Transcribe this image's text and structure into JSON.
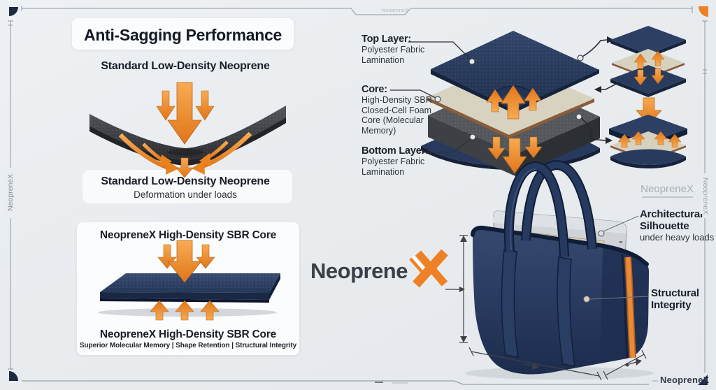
{
  "brand": {
    "logo_text": "Neoprene",
    "logo_x": "X",
    "wordmark": "NeopreneX"
  },
  "frame": {
    "top_tab": "NeopreneX",
    "left_edge": "NeopreneX",
    "right_edge": "NeopreneX",
    "bottom_brand": "NeopreneX"
  },
  "anti_sagging": {
    "title": "Anti-Sagging Performance",
    "standard": {
      "heading": "Standard Low-Density Neoprene",
      "caption": "Standard Low-Density Neoprene",
      "subcaption": "Deformation under loads"
    },
    "neoprenex": {
      "heading": "NeopreneX High-Density SBR Core",
      "caption": "NeopreneX High-Density SBR Core",
      "subcaption": "Superior Molecular Memory | Shape Retention | Structural Integrity"
    }
  },
  "layers": {
    "top": {
      "label": "Top Layer:",
      "lines": [
        "Polyester Fabric",
        "Lamination"
      ]
    },
    "core": {
      "label": "Core:",
      "lines": [
        "High-Density SBR",
        "Closed-Cell Foam",
        "Core (Molecular",
        "Memory)"
      ]
    },
    "bottom": {
      "label": "Bottom Layer:",
      "lines": [
        "Polyester Fabric",
        "Lamination"
      ]
    }
  },
  "bag": {
    "watermark": "NeopreneX",
    "architectural": {
      "lines": [
        "Architectural",
        "Silhouette"
      ],
      "sub": "under heavy loads"
    },
    "structural": {
      "lines": [
        "Structural",
        "Integrity"
      ]
    }
  },
  "colors": {
    "accent_orange": "#ee8125",
    "navy": "#24365a",
    "charcoal": "#3a3d41",
    "cream": "#d8d2c1",
    "text_dark": "#181d27",
    "muted_gray": "#9aa1a8"
  }
}
